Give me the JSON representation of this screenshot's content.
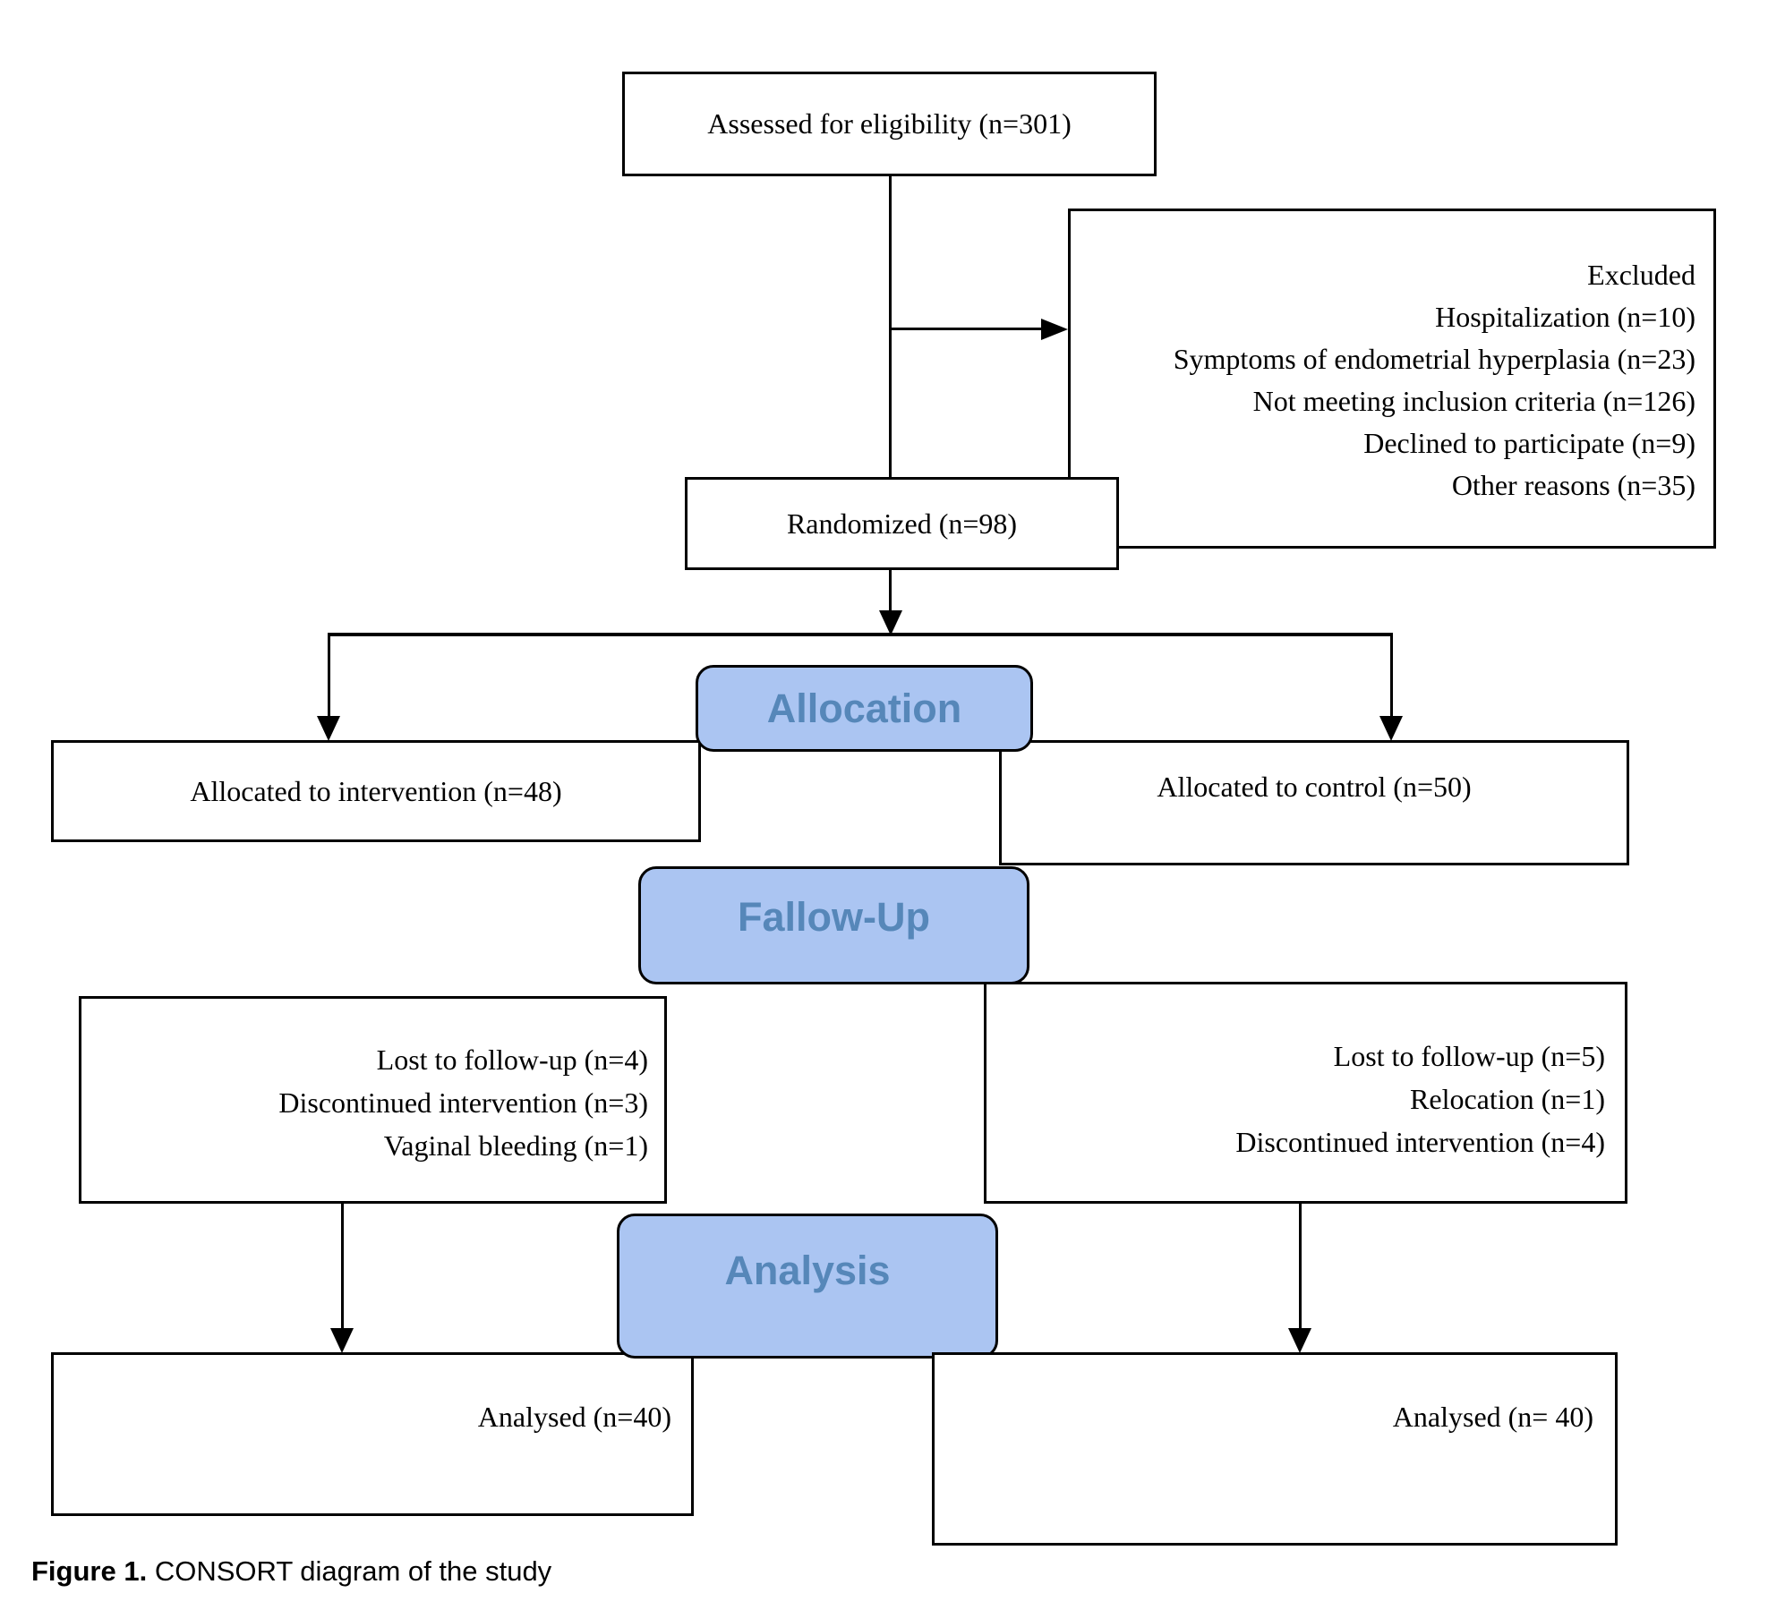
{
  "figure": {
    "caption_label": "Figure 1.",
    "caption_text": " CONSORT diagram of the study"
  },
  "colors": {
    "badge_fill": "#abc5f2",
    "badge_border": "#000000",
    "badge_text": "#5687b9",
    "box_border": "#000000",
    "box_fill": "#ffffff"
  },
  "nodes": {
    "eligibility": {
      "label": "Assessed for eligibility (n=301)"
    },
    "excluded": {
      "title": "Excluded",
      "items": [
        "Hospitalization (n=10)",
        "Symptoms of endometrial hyperplasia (n=23)",
        "Not meeting inclusion criteria (n=126)",
        "Declined to participate (n=9)",
        "Other reasons (n=35)"
      ]
    },
    "randomized": {
      "label": "Randomized (n=98)"
    },
    "allocation_badge": {
      "label": "Allocation"
    },
    "allocated_intervention": {
      "label": "Allocated to intervention (n=48)"
    },
    "allocated_control": {
      "label": "Allocated to control (n=50)"
    },
    "followup_badge": {
      "label": "Fallow-Up"
    },
    "followup_intervention": {
      "items": [
        "Lost to follow-up (n=4)",
        "Discontinued intervention (n=3)",
        "Vaginal bleeding (n=1)"
      ]
    },
    "followup_control": {
      "items": [
        "Lost to follow-up (n=5)",
        "Relocation (n=1)",
        "Discontinued intervention (n=4)"
      ]
    },
    "analysis_badge": {
      "label": "Analysis"
    },
    "analysed_intervention": {
      "label": "Analysed (n=40)"
    },
    "analysed_control": {
      "label": "Analysed (n= 40)"
    }
  }
}
